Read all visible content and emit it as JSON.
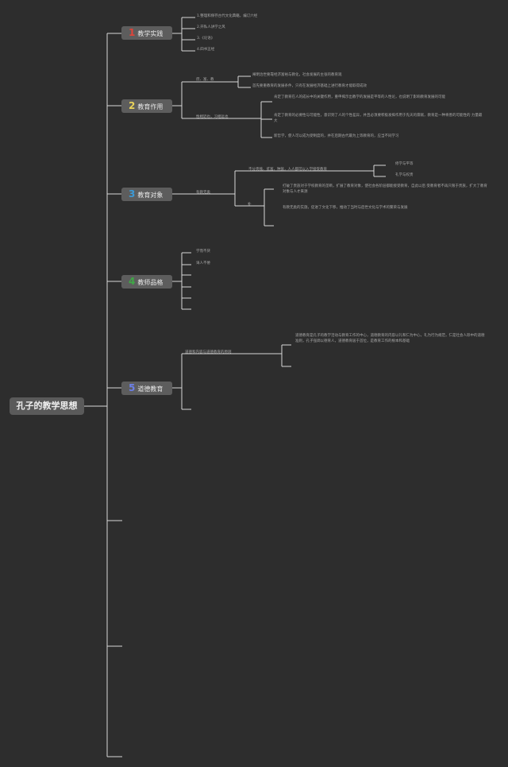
{
  "root": "孔子的教学思想",
  "branches": [
    {
      "num": "1",
      "label": "教学实践",
      "color": "#e0443a",
      "items": [
        "1.整理和保存古代文化典籍，编订六经",
        "2.开私人讲学之风",
        "3.《论语》",
        "4.四书五经"
      ]
    },
    {
      "num": "2",
      "label": "教育作用",
      "color": "#e8d25a",
      "a": "庶、富、教",
      "a_items": [
        "阐明治世要靠经济富裕与教化，社会发展的主张的教育观",
        "首先要重教育的发展条件，只有在发展经济基础上进行教育才能取得成效"
      ],
      "b": "性相近也，习相远也",
      "b_items": [
        "肯定了教育在人的成长中的关键作用，重申揭示出教学的发展是平等的人性论，也说明了影响教育发展的可能",
        "肯定了教育的必要性与可能性，意识到了人的个性差异，并且必须要积极发挥作用于先天的禀赋，教育是一种将善的可能性的 力量最大",
        "新哲学，使人可以成为受制度的，并在后期古代最为上等教育的，应当不同学习"
      ]
    },
    {
      "num": "3",
      "label": "教育对象",
      "color": "#3c9ad6",
      "main": "有教无类",
      "a": "不分贵贱、贫富、种族，人人都可以入学接受教育",
      "a_items": [
        "修学与平等",
        "礼学与权贵"
      ],
      "b": "补",
      "b_items": [
        "打破了贵族对于学校教育的垄断，扩展了教育对象，使社会各阶层都能接受教育，自此以后 受教育者不再只限于贵族，扩大了教育对象与人才来源",
        "有教无类的实施，促进了文化下移，推动了当时与后世文化与学术的繁荣与发展"
      ]
    },
    {
      "num": "4",
      "label": "教师品格",
      "color": "#3fa846",
      "items": [
        "学而不厌",
        "诲人不倦"
      ]
    },
    {
      "num": "5",
      "label": "道德教育",
      "color": "#6b7fe8",
      "main": "道德和内容与道德教育的原则",
      "main_items": [
        "道德教育是孔子的教学活动与教育工作的中心，道德教育的内容以礼和仁为中心，礼为行为规范，仁是社会人际中的道德准则，孔子强调以德育人，道德教育居于首位，是教育工作的根本和基础"
      ]
    }
  ]
}
